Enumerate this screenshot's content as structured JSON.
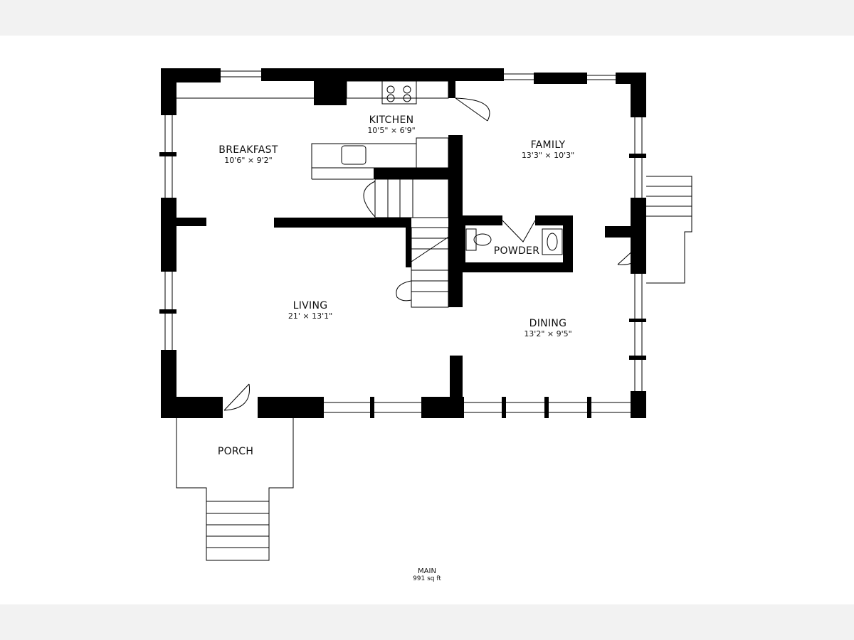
{
  "floor": {
    "name": "MAIN",
    "area": "991 sq ft"
  },
  "rooms": [
    {
      "name": "KITCHEN",
      "dims": "10'5\" × 6'9\""
    },
    {
      "name": "BREAKFAST",
      "dims": "10'6\" × 9'2\""
    },
    {
      "name": "FAMILY",
      "dims": "13'3\" × 10'3\""
    },
    {
      "name": "POWDER"
    },
    {
      "name": "LIVING",
      "dims": "21' × 13'1\""
    },
    {
      "name": "DINING",
      "dims": "13'2\" × 9'5\""
    },
    {
      "name": "PORCH"
    }
  ]
}
